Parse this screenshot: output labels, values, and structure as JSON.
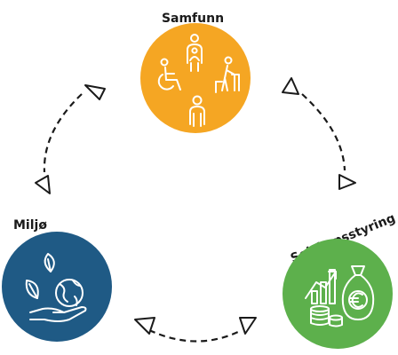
{
  "nodes": {
    "society": {
      "label": "Samfunn",
      "color": "#F5A623",
      "icon": "people-accessibility-icon"
    },
    "environment": {
      "label": "Miljø",
      "color": "#1F5A85",
      "icon": "earth-leaves-hand-icon"
    },
    "governance": {
      "label": "Selskapsstyring",
      "color": "#5DB04C",
      "icon": "finance-growth-euro-icon"
    }
  },
  "connector_style": "dashed-curved-with-open-triangle-arrowheads"
}
